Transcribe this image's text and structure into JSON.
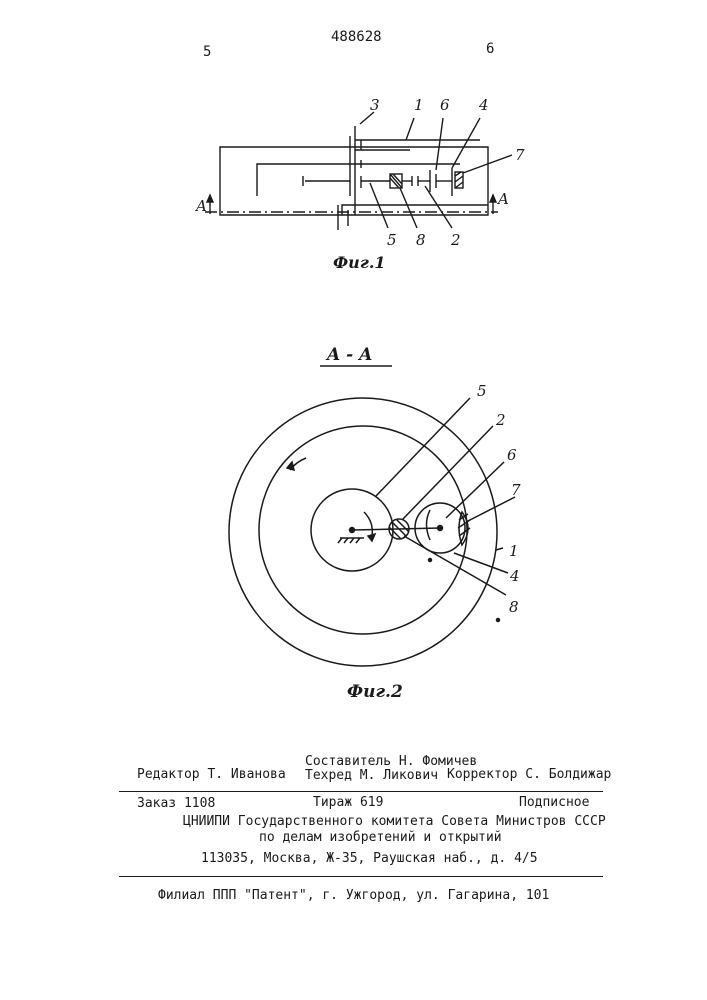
{
  "header": {
    "patent_number": "488628",
    "left_page": "5",
    "right_page": "6"
  },
  "figure1": {
    "caption": "Фиг.1",
    "section_left": "A",
    "section_right": "A",
    "labels": [
      "3",
      "1",
      "6",
      "4",
      "7",
      "5",
      "8",
      "2"
    ]
  },
  "figure2": {
    "section_title": "A - A",
    "caption": "Фиг.2",
    "labels": [
      "5",
      "2",
      "6",
      "7",
      "1",
      "4",
      "8"
    ]
  },
  "credits": {
    "compiler": "Составитель Н. Фомичев",
    "editor": "Редактор  Т. Иванова",
    "techred": "Техред М. Ликович",
    "corrector": "Корректор С. Болдижар"
  },
  "imprint": {
    "order": "Заказ 1108",
    "print_run": "Тираж 619",
    "signed": "Подписное",
    "org_line1": "ЦНИИПИ Государственного комитета Совета Министров СССР",
    "org_line2": "по делам изобретений и открытий",
    "address": "113035, Москва, Ж-35, Раушская наб., д. 4/5",
    "branch": "Филиал  ППП \"Патент\", г. Ужгород, ул. Гагарина, 101"
  }
}
